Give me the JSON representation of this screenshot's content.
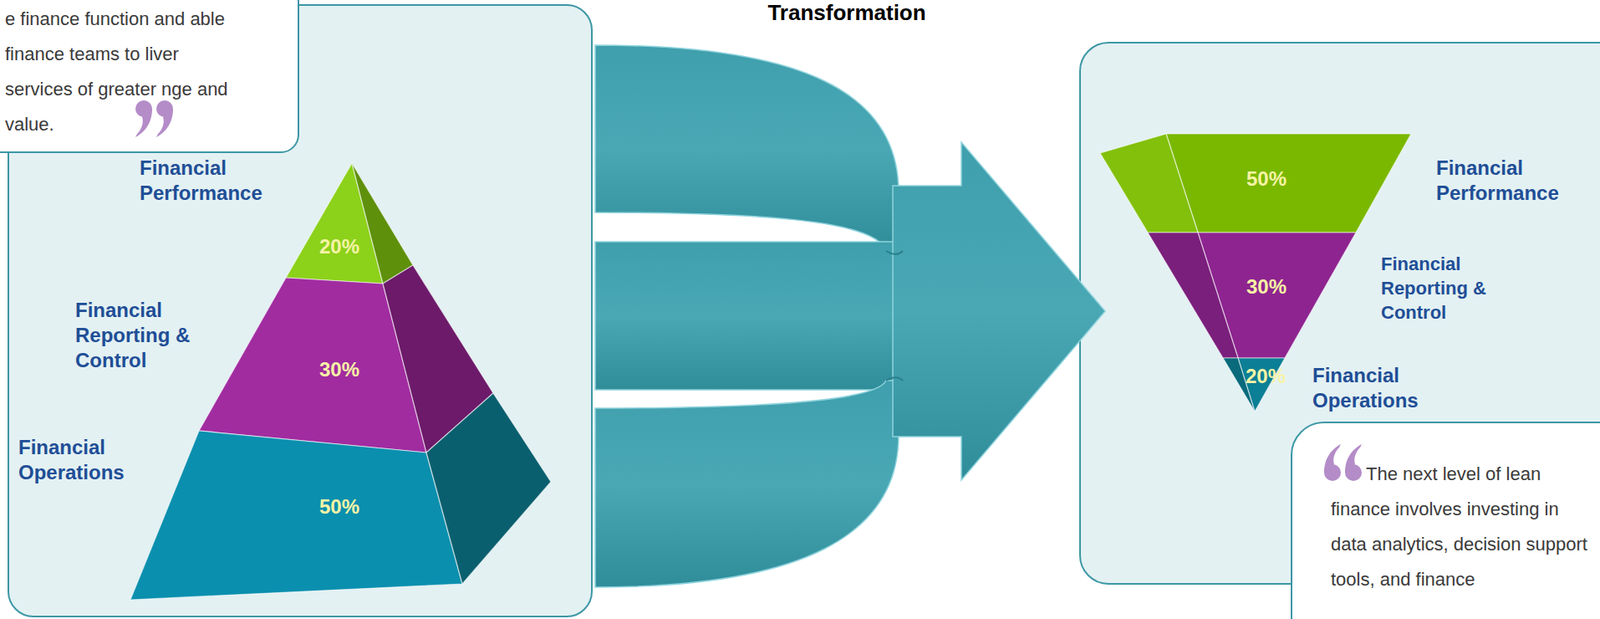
{
  "diagram": {
    "title": "Transformation",
    "nodes": [
      {
        "text": [
          "e finance function and able finance teams to liver services of greater nge and value."
        ]
      },
      {
        "text": [
          "Financial Performance",
          "20%"
        ]
      },
      {
        "text": [
          "Financial Reporting & Control",
          "30%"
        ]
      },
      {
        "text": [
          "Financial Operations",
          "50%"
        ]
      },
      {
        "text": [
          "Financial Performance",
          "50%"
        ]
      },
      {
        "text": [
          "Financial Reporting & Control",
          "30%"
        ]
      },
      {
        "text": [
          "Financial Operations",
          "20%"
        ]
      },
      {
        "text": [
          "The next level of lean finance involves investing in data analytics, decision support tools, and finance"
        ]
      }
    ]
  }
}
